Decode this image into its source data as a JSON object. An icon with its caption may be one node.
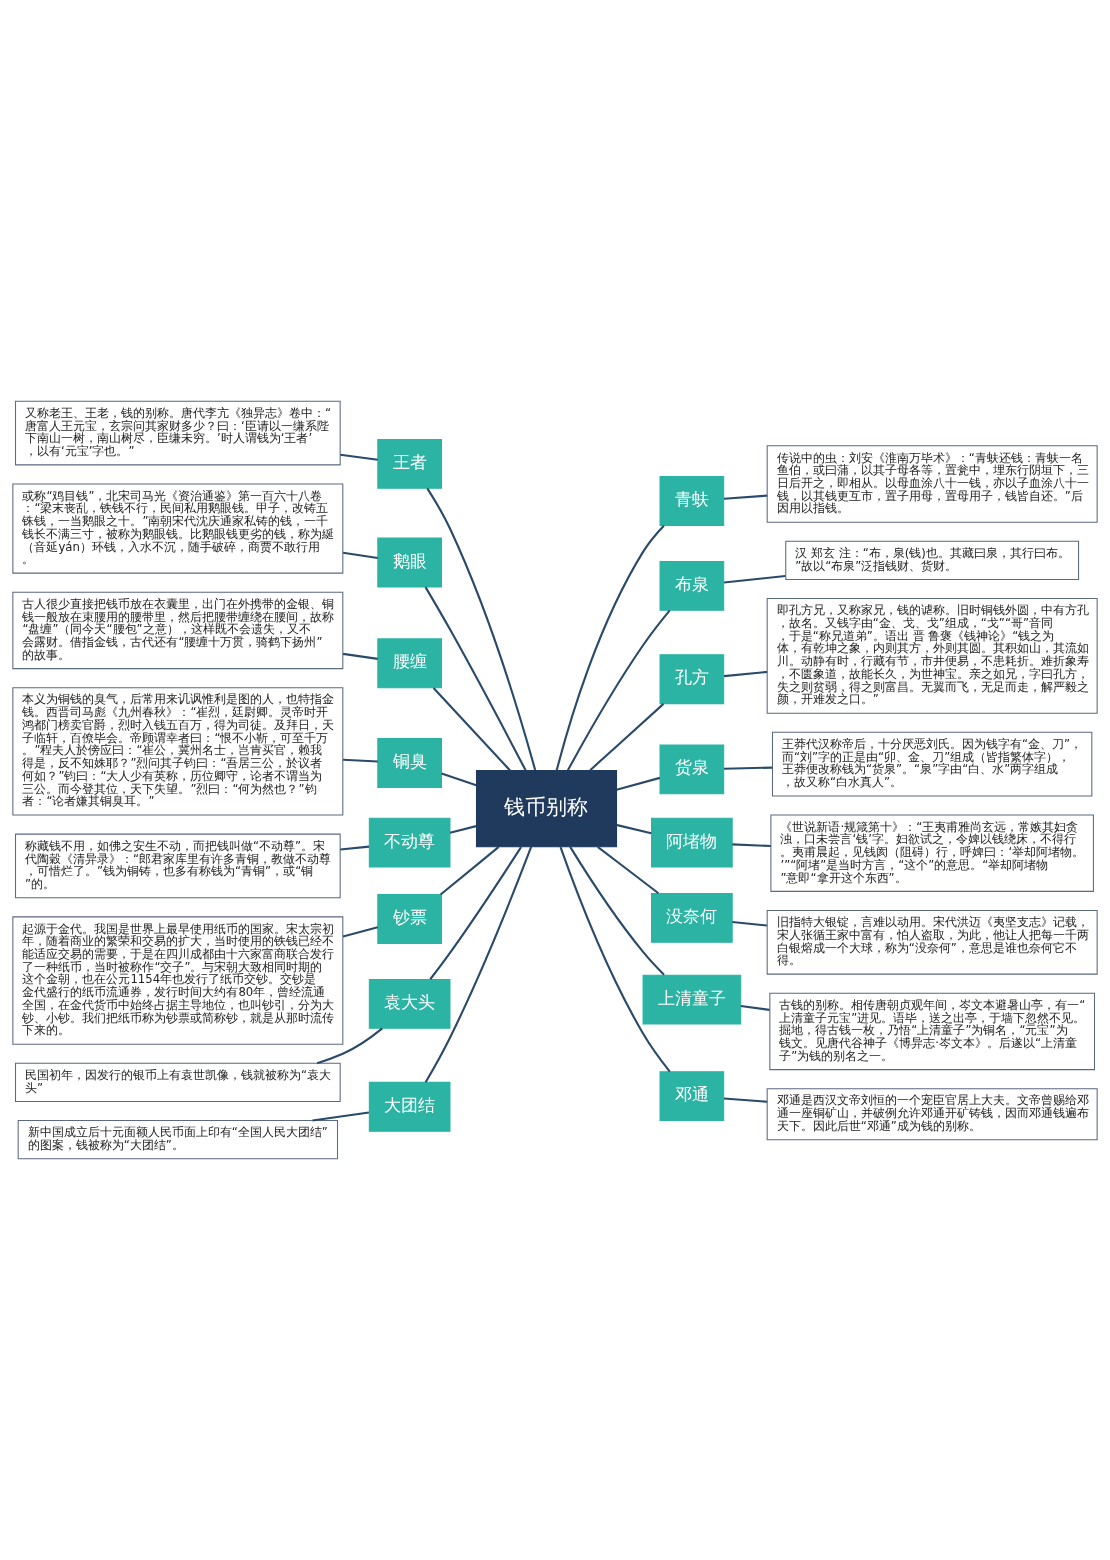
{
  "diagram": {
    "nodes": [
      {
        "text": [
          "钱币别称"
        ]
      },
      {
        "text": [
          "王者"
        ]
      },
      {
        "text": [
          "又称老王、王老，钱的别称。唐代李亢《独异志》卷中：“唐富人王元宝，玄宗问其家财多少？曰：‘臣请以一缣系陛下南山一树，南山树尽，臣缣未穷。’时人谓钱为‘王者’，以有‘元宝’字也。”"
        ]
      },
      {
        "text": [
          "鹅眼"
        ]
      },
      {
        "text": [
          "或称“鸡目钱”，北宋司马光《资治通鉴》第一百六十八卷：“梁末丧乱，铁钱不行，民间私用鹅眼钱。甲子，改铸五铢钱，一当鹅眼之十。”南朝宋代沈庆通家私铸的钱，一千钱长不满三寸，被称为鹅眼钱。比鹅眼钱更劣的钱，称为綖（音延yán）环钱，入水不沉，随手破碎，商贾不敢行用。"
        ]
      },
      {
        "text": [
          "腰缠"
        ]
      },
      {
        "text": [
          "古人很少直接把钱币放在衣囊里，出门在外携带的金银、铜钱一般放在束腰用的腰带里，然后把腰带缠绕在腰间，故称“盘缠”（同今天“腰包”之意），这样既不会遗失，又不会露财。借指金钱，古代还有“腰缠十万贯，骑鹤下扬州”的故事。"
        ]
      },
      {
        "text": [
          "铜臭"
        ]
      },
      {
        "text": [
          "本义为铜钱的臭气，后常用来讥讽惟利是图的人，也特指金钱。西晋司马彪《九州春秋》：“崔烈，廷尉卿。灵帝时开鸿都门榜卖官爵，烈时入钱五百万，得为司徒。及拜日，天子临轩，百僚毕会。帝顾谓幸者曰：“恨不小靳，可至千万。”程夫人於傍应曰：“崔公，冀州名士，岂肯买官，赖我得是，反不知姝耶？”烈问其子钧曰：“吾居三公，於议者何如？”钧曰：“大人少有英称，历位卿守，论者不谓当为三公。而今登其位，天下失望。”烈曰：“何为然也？”钧者：“论者嫌其铜臭耳。”"
        ]
      },
      {
        "text": [
          "不动尊"
        ]
      },
      {
        "text": [
          "称藏钱不用，如佛之安生不动，而把钱叫做“不动尊”。宋代陶穀《清异录》：“郎君家库里有许多青铜，教做不动尊，可惜烂了。”钱为铜铸，也多有称钱为“青铜”，或“铜”的。"
        ]
      },
      {
        "text": [
          "钞票"
        ]
      },
      {
        "text": [
          "起源于金代。我国是世界上最早使用纸币的国家。宋太宗初年，随着商业的繁荣和交易的扩大，当时使用的铁钱已经不能适应交易的需要，于是在四川成都由十六家富商联合发行了一种纸币，当时被称作“交子”。与宋朝大致相同时期的这个金朝，也在公元1154年也发行了纸币交钞。交钞是金代盛行的纸币流通券，发行时间大约有80年，曾经流通全国，在金代货币中始终占据主导地位，也叫钞引，分为大钞、小钞。我们把纸币称为钞票或简称钞，就是从那时流传下来的。"
        ]
      },
      {
        "text": [
          "袁大头"
        ]
      },
      {
        "text": [
          "民国初年，因发行的银币上有袁世凯像，钱就被称为“袁大头”"
        ]
      },
      {
        "text": [
          "大团结"
        ]
      },
      {
        "text": [
          "新中国成立后十元面额人民币面上印有“全国人民大团结”的图案，钱被称为“大团结”。"
        ]
      },
      {
        "text": [
          "青蚨"
        ]
      },
      {
        "text": [
          "传说中的虫：刘安《淮南万毕术》：“青蚨还钱：青蚨一名鱼伯，或曰蒲，以其子母各等，置瓮中，埋东行阴垣下，三日后开之，即相从。以母血涂八十一钱，亦以子血涂八十一钱，以其钱更互市，置子用母，置母用子，钱皆自还。”后因用以指钱。"
        ]
      },
      {
        "text": [
          "布泉"
        ]
      },
      {
        "text": [
          "汉 郑玄 注：“布，泉(钱)也。其藏曰泉，其行曰布。”故以“布泉”泛指钱财、货财。"
        ]
      },
      {
        "text": [
          "孔方"
        ]
      },
      {
        "text": [
          "即孔方兄，又称家兄，钱的谑称。旧时铜钱外圆，中有方孔，故名。又钱字由“金、戈、戈”组成，“戈”“哥”音同，于是“称兄道弟”。语出 晋 鲁褒《钱神论》“钱之为体，有乾坤之象，内则其方，外则其圆。其积如山，其流如川。动静有时，行藏有节，市井便易，不患耗折。难折象寿，不匮象道，故能长久，为世神宝。亲之如兄，字曰孔方，失之则贫弱，得之则富昌。无翼而飞，无足而走，解严毅之颜，开难发之口。”"
        ]
      },
      {
        "text": [
          "货泉"
        ]
      },
      {
        "text": [
          "王莽代汉称帝后，十分厌恶刘氏。因为钱字有“金、刀”，而“刘”字的正是由“卯、金、刀”组成（皆指繁体字），王莽便改称钱为“货泉”。“泉”字由“白、水”两字组成，故又称“白水真人”。"
        ]
      },
      {
        "text": [
          "阿堵物"
        ]
      },
      {
        "text": [
          "《世说新语·规箴第十》：“王夷甫雅尚玄远，常嫉其妇贪浊，口未尝言‘钱’字。妇欲试之，令婢以钱绕床，不得行。夷甫晨起，见钱阂（阻碍）行，呼婢曰：‘举却阿堵物。’”“阿堵”是当时方言，“这个”的意思。“举却阿堵物”意即“拿开这个东西”。"
        ]
      },
      {
        "text": [
          "没奈何"
        ]
      },
      {
        "text": [
          "旧指特大银锭，言难以动用。宋代洪迈《夷坚支志》记载，宋人张循王家中富有，怕人盗取，为此，他让人把每一千两白银熔成一个大球，称为“没奈何”，意思是谁也奈何它不得。"
        ]
      },
      {
        "text": [
          "上清童子"
        ]
      },
      {
        "text": [
          "古钱的别称。相传唐朝贞观年间，岑文本避暑山亭，有一“上清童子元宝”进见。语毕，送之出亭，于墙下忽然不见。掘地，得古钱一枚，乃悟“上清童子”为铜名，“元宝”为钱文。见唐代谷神子《博异志·岑文本》。后遂以“上清童子”为钱的别名之一。"
        ]
      },
      {
        "text": [
          "邓通"
        ]
      },
      {
        "text": [
          "邓通是西汉文帝刘恒的一个宠臣官居上大夫。文帝曾赐给邓通一座铜矿山，并破例允许邓通开矿铸钱，因而邓通钱遍布天下。因此后世“邓通”成为钱的别称。"
        ]
      }
    ],
    "edges": [
      {
        "from": 0,
        "to": 1,
        "arrow": "none"
      },
      {
        "from": 1,
        "to": 2,
        "arrow": "none"
      },
      {
        "from": 0,
        "to": 3,
        "arrow": "none"
      },
      {
        "from": 3,
        "to": 4,
        "arrow": "none"
      },
      {
        "from": 0,
        "to": 5,
        "arrow": "none"
      },
      {
        "from": 5,
        "to": 6,
        "arrow": "none"
      },
      {
        "from": 0,
        "to": 7,
        "arrow": "none"
      },
      {
        "from": 7,
        "to": 8,
        "arrow": "none"
      },
      {
        "from": 0,
        "to": 9,
        "arrow": "none"
      },
      {
        "from": 9,
        "to": 10,
        "arrow": "none"
      },
      {
        "from": 0,
        "to": 11,
        "arrow": "none"
      },
      {
        "from": 11,
        "to": 12,
        "arrow": "none"
      },
      {
        "from": 0,
        "to": 13,
        "arrow": "none"
      },
      {
        "from": 13,
        "to": 14,
        "arrow": "none"
      },
      {
        "from": 0,
        "to": 15,
        "arrow": "none"
      },
      {
        "from": 15,
        "to": 16,
        "arrow": "none"
      },
      {
        "from": 0,
        "to": 17,
        "arrow": "none"
      },
      {
        "from": 17,
        "to": 18,
        "arrow": "none"
      },
      {
        "from": 0,
        "to": 19,
        "arrow": "none"
      },
      {
        "from": 19,
        "to": 20,
        "arrow": "none"
      },
      {
        "from": 0,
        "to": 21,
        "arrow": "none"
      },
      {
        "from": 21,
        "to": 22,
        "arrow": "none"
      },
      {
        "from": 0,
        "to": 23,
        "arrow": "none"
      },
      {
        "from": 23,
        "to": 24,
        "arrow": "none"
      },
      {
        "from": 0,
        "to": 25,
        "arrow": "none"
      },
      {
        "from": 25,
        "to": 26,
        "arrow": "none"
      },
      {
        "from": 0,
        "to": 27,
        "arrow": "none"
      },
      {
        "from": 27,
        "to": 28,
        "arrow": "none"
      },
      {
        "from": 0,
        "to": 29,
        "arrow": "none"
      },
      {
        "from": 29,
        "to": 30,
        "arrow": "none"
      },
      {
        "from": 0,
        "to": 31,
        "arrow": "none"
      },
      {
        "from": 31,
        "to": 32,
        "arrow": "none"
      }
    ]
  }
}
